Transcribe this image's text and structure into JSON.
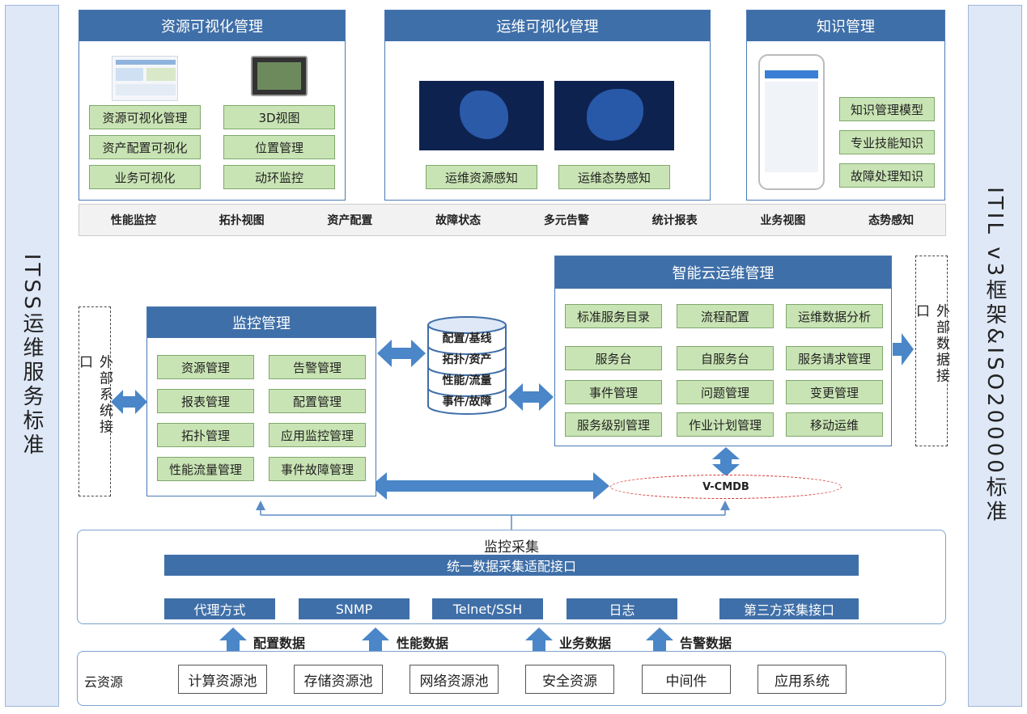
{
  "left_sidebar": {
    "label": "ITSS运维服务标准"
  },
  "right_sidebar": {
    "label": "ITIL v3框架&ISO20000标准"
  },
  "resource_panel": {
    "title": "资源可视化管理",
    "items": [
      "资源可视化管理",
      "资产配置可视化",
      "业务可视化",
      "3D视图",
      "位置管理",
      "动环监控"
    ]
  },
  "ops_panel": {
    "title": "运维可视化管理",
    "items": [
      "运维资源感知",
      "运维态势感知"
    ]
  },
  "knowledge_panel": {
    "title": "知识管理",
    "items": [
      "知识管理模型",
      "专业技能知识",
      "故障处理知识"
    ]
  },
  "feature_bar": [
    "性能监控",
    "拓扑视图",
    "资产配置",
    "故障状态",
    "多元告警",
    "统计报表",
    "业务视图",
    "态势感知"
  ],
  "external_system": {
    "label": "外部系统接口"
  },
  "external_data": {
    "label": "外部数据接口"
  },
  "monitor_panel": {
    "title": "监控管理",
    "items": [
      "资源管理",
      "告警管理",
      "报表管理",
      "配置管理",
      "拓扑管理",
      "应用监控管理",
      "性能流量管理",
      "事件故障管理"
    ]
  },
  "database": {
    "items": [
      "配置/基线",
      "拓扑/资产",
      "性能/流量",
      "事件/故障"
    ]
  },
  "cloud_panel": {
    "title": "智能云运维管理",
    "items": [
      "标准服务目录",
      "流程配置",
      "运维数据分析",
      "服务台",
      "自服务台",
      "服务请求管理",
      "事件管理",
      "问题管理",
      "变更管理",
      "服务级别管理",
      "作业计划管理",
      "移动运维"
    ]
  },
  "vcmdb": {
    "label": "V-CMDB"
  },
  "collect": {
    "title": "监控采集",
    "bar": "统一数据采集适配接口",
    "items": [
      "代理方式",
      "SNMP",
      "Telnet/SSH",
      "日志",
      "第三方采集接口"
    ]
  },
  "data_labels": [
    "配置数据",
    "性能数据",
    "业务数据",
    "告警数据"
  ],
  "cloud_resources": {
    "label": "云资源",
    "items": [
      "计算资源池",
      "存储资源池",
      "网络资源池",
      "安全资源",
      "中间件",
      "应用系统"
    ]
  },
  "colors": {
    "accent": "#3f6fa8",
    "green": "#c9e4b4",
    "sidebar": "#dfe8f7"
  }
}
